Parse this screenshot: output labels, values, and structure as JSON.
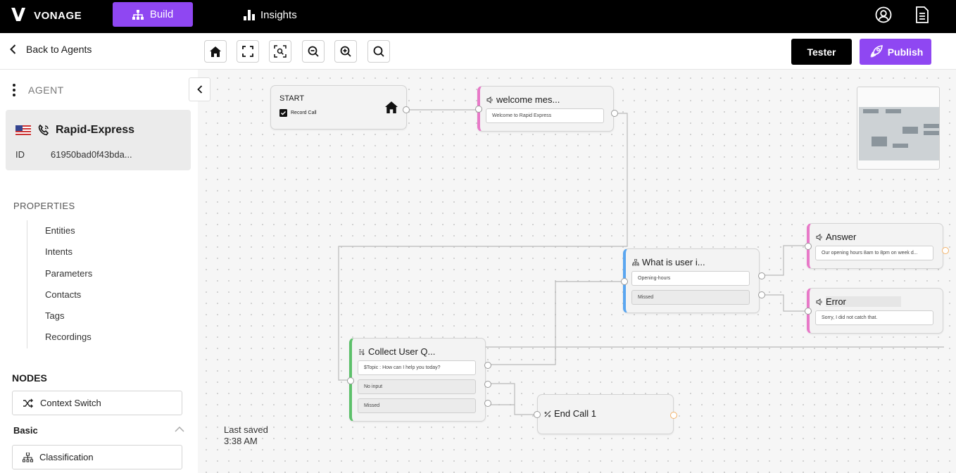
{
  "topbar": {
    "brand_mark": "V",
    "brand": "VONAGE",
    "nav_build": "Build",
    "nav_insights": "Insights"
  },
  "toolbar": {
    "back_label": "Back to Agents",
    "tester_label": "Tester",
    "publish_label": "Publish"
  },
  "sidebar": {
    "agent_header": "AGENT",
    "agent_name": "Rapid-Express",
    "id_label": "ID",
    "id_value": "61950bad0f43bda...",
    "properties_title": "PROPERTIES",
    "properties": [
      "Entities",
      "Intents",
      "Parameters",
      "Contacts",
      "Tags",
      "Recordings"
    ],
    "nodes_title": "NODES",
    "context_switch": "Context Switch",
    "basic_title": "Basic",
    "classification": "Classification"
  },
  "canvas": {
    "last_saved_label": "Last saved",
    "last_saved_time": "3:38 AM",
    "nodes": {
      "start": {
        "title": "START",
        "record_call": "Record Call"
      },
      "welcome": {
        "title": "welcome mes...",
        "field": "Welcome to Rapid Express"
      },
      "what": {
        "title": "What is user i...",
        "field1": "Opening-hours",
        "field2": "Missed"
      },
      "answer": {
        "title": "Answer",
        "field": "Our opening hours 8am to 8pm on week d..."
      },
      "error": {
        "title": "Error",
        "field": "Sorry, I did not catch that."
      },
      "collect": {
        "title": "Collect User Q...",
        "field1": "$Topic : How can I help you today?",
        "field2": "No input",
        "field3": "Missed"
      },
      "endcall": {
        "title": "End Call 1"
      }
    }
  },
  "colors": {
    "brand_purple": "#8f47f2",
    "accent_pink": "#e879c8",
    "accent_blue": "#5aa6f0",
    "accent_green": "#5cc06a"
  }
}
